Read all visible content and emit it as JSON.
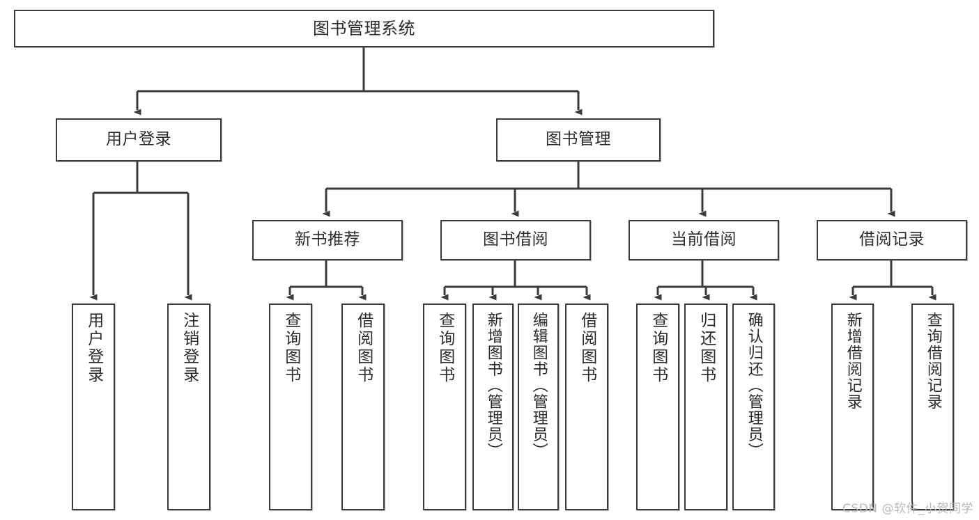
{
  "diagram": {
    "title": "图书管理系统",
    "type": "tree",
    "watermark": "CSDN @软件_小贺同学",
    "colors": {
      "stroke": "#3b3b3b",
      "fill": "#ffffff",
      "text": "#2b2b2b",
      "watermark": "#b9b9b9"
    },
    "root": {
      "label": "图书管理系统"
    },
    "level2": [
      {
        "label": "用户登录"
      },
      {
        "label": "图书管理"
      }
    ],
    "level3": [
      {
        "label": "新书推荐"
      },
      {
        "label": "图书借阅"
      },
      {
        "label": "当前借阅"
      },
      {
        "label": "借阅记录"
      }
    ],
    "leaves": {
      "user_login": [
        {
          "label": "用户登录"
        },
        {
          "label": "注销登录"
        }
      ],
      "new_book": [
        {
          "label": "查询图书"
        },
        {
          "label": "借阅图书"
        }
      ],
      "borrow": [
        {
          "label": "查询图书"
        },
        {
          "label": "新增图书（管理员）"
        },
        {
          "label": "编辑图书（管理员）"
        },
        {
          "label": "借阅图书"
        }
      ],
      "current": [
        {
          "label": "查询图书"
        },
        {
          "label": "归还图书"
        },
        {
          "label": "确认归还（管理员）"
        }
      ],
      "records": [
        {
          "label": "新增借阅记录"
        },
        {
          "label": "查询借阅记录"
        }
      ]
    }
  }
}
